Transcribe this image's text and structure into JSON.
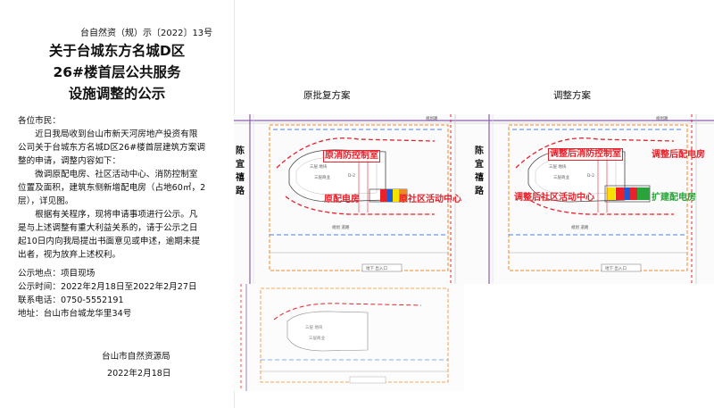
{
  "document": {
    "doc_number": "台自然资（规）示〔2022〕13号",
    "title_lines": [
      "关于台城东方名城D区",
      "26#楼首层公共服务",
      "设施调整的公示"
    ],
    "salutation": "各位市民：",
    "paragraphs": [
      "　　近日我局收到台山市新天河房地产投资有限",
      "公司关于台城东方名城D区26#楼首层建筑方案调",
      "整的申请，调整内容如下：",
      "　　微调原配电房、社区活动中心、消防控制室",
      "位置及面积，建筑东侧新增配电房（占地60㎡，2",
      "层），详见图。",
      "　　根据有关程序，现将申请事项进行公示。凡",
      "是与上述调整有重大利益关系的，请于公示之日",
      "起10日内向我局提出书面意见或申述，逾期未提",
      "出者，视为放弃上述权利。"
    ],
    "info": {
      "location": "公示地点：项目现场",
      "period": "公示时间：2022年2月18日至2022年2月27日",
      "phone": "联系电话：0750-5552191",
      "address": "地址：台山市台城龙华里34号"
    },
    "issuer": "台山市自然资源局",
    "issue_date": "2022年2月18日"
  },
  "plans": {
    "original": {
      "title": "原批复方案",
      "road": "陈宜禧路",
      "callouts": {
        "fire_control": "原消防控制室",
        "power_room": "原配电房",
        "community_center": "原社区活动中心"
      }
    },
    "adjusted": {
      "title": "调整方案",
      "road": "陈宜禧路",
      "callouts": {
        "fire_control": "调整后消防控制室",
        "power_room": "调整后配电房",
        "community_center": "调整后社区活动中心",
        "new_power_room": "扩建配电房"
      }
    }
  },
  "colors": {
    "red": "#e8212a",
    "blue": "#1e5bd6",
    "green": "#29a33a",
    "yellow": "#f5e100",
    "orange_dash": "#f08a24",
    "purple": "#8a5fb0"
  }
}
